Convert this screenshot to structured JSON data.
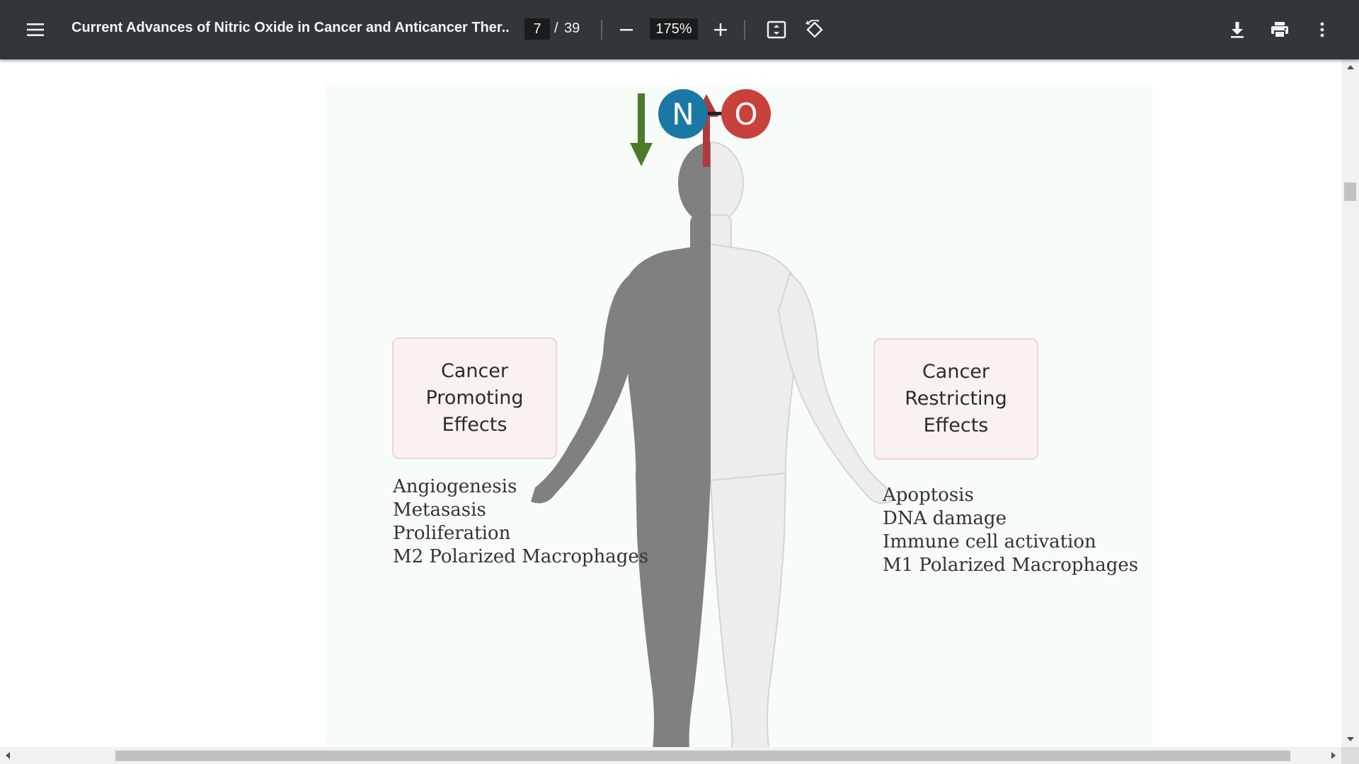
{
  "toolbar": {
    "title": "Current Advances of Nitric Oxide in Cancer and Anticancer Ther...",
    "page_current": "7",
    "page_separator": "/",
    "page_total": "39",
    "zoom": "175%",
    "icons": [
      "menu-icon",
      "minus-icon",
      "plus-icon",
      "fit-page-icon",
      "rotate-icon",
      "download-icon",
      "print-icon",
      "more-vert-icon"
    ]
  },
  "figure": {
    "molecule": {
      "n_label": "N",
      "o_label": "O"
    },
    "colors": {
      "n_circle": "#1a78a6",
      "o_circle": "#c8413c",
      "down_arrow": "#4a7a2a",
      "up_arrow": "#b03a3a",
      "body_dark": "#808080",
      "body_light": "#ededed",
      "panel_bg": "#f7fcf9",
      "box_bg": "#faf2ee"
    },
    "left_box": {
      "line1": "Cancer",
      "line2": "Promoting",
      "line3": "Effects"
    },
    "right_box": {
      "line1": "Cancer",
      "line2": "Restricting",
      "line3": "Effects"
    },
    "left_effects": [
      "Angiogenesis",
      "Metasasis",
      "Proliferation",
      "M2 Polarized Macrophages"
    ],
    "right_effects": [
      "Apoptosis",
      "DNA damage",
      "Immune cell activation",
      "M1 Polarized Macrophages"
    ]
  }
}
